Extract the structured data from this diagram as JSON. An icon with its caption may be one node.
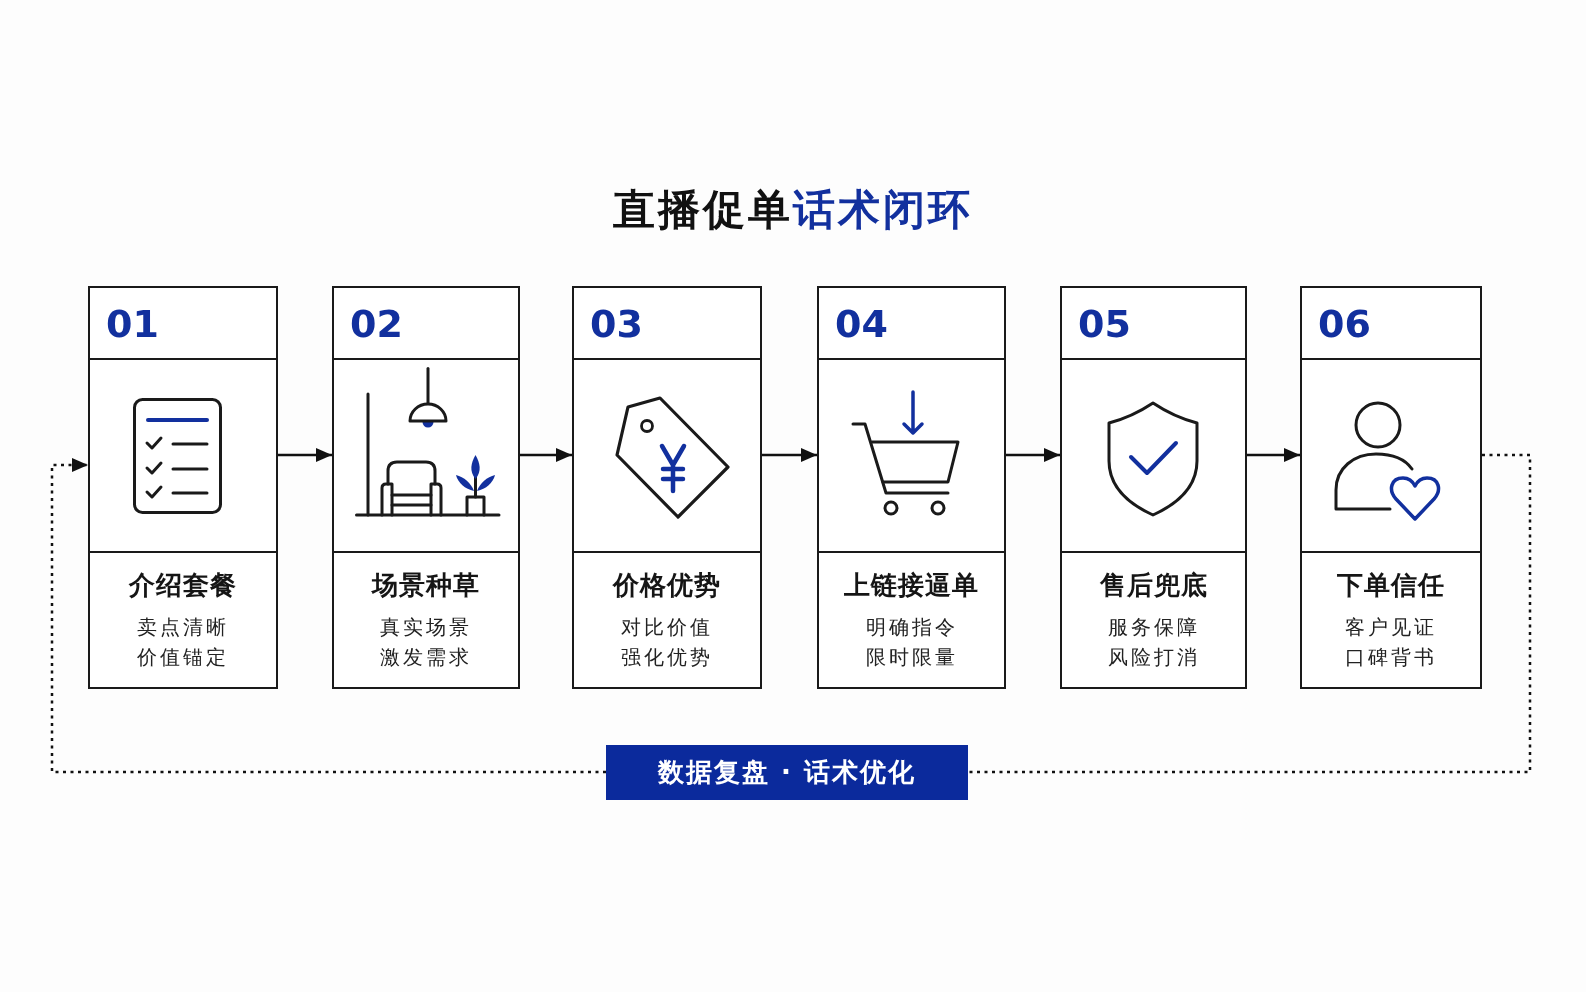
{
  "diagram": {
    "title": "直播促单**话术闭环**",
    "nodes": [
      {
        "text": [
          "01",
          "介绍套餐",
          "卖点清晰",
          "价值锚定"
        ]
      },
      {
        "text": [
          "02",
          "场景种草",
          "真实场景",
          "激发需求"
        ]
      },
      {
        "text": [
          "03",
          "价格优势",
          "对比价值",
          "强化优势"
        ]
      },
      {
        "text": [
          "04",
          "上链接逼单",
          "明确指令",
          "限时限量"
        ]
      },
      {
        "text": [
          "05",
          "售后兜底",
          "服务保障",
          "风险打消"
        ]
      },
      {
        "text": [
          "06",
          "下单信任",
          "客户见证",
          "口碑背书"
        ]
      },
      {
        "text": [
          "数据复盘 · 话术优化"
        ]
      }
    ],
    "edges": [
      {
        "from": 0,
        "to": 1,
        "arrow": "to"
      },
      {
        "from": 1,
        "to": 2,
        "arrow": "to"
      },
      {
        "from": 2,
        "to": 3,
        "arrow": "to"
      },
      {
        "from": 3,
        "to": 4,
        "arrow": "to"
      },
      {
        "from": 4,
        "to": 5,
        "arrow": "to"
      },
      {
        "from": 5,
        "to": 6,
        "arrow": "none",
        "style": "dashed"
      },
      {
        "from": 6,
        "to": 0,
        "arrow": "to",
        "style": "dashed"
      }
    ]
  }
}
